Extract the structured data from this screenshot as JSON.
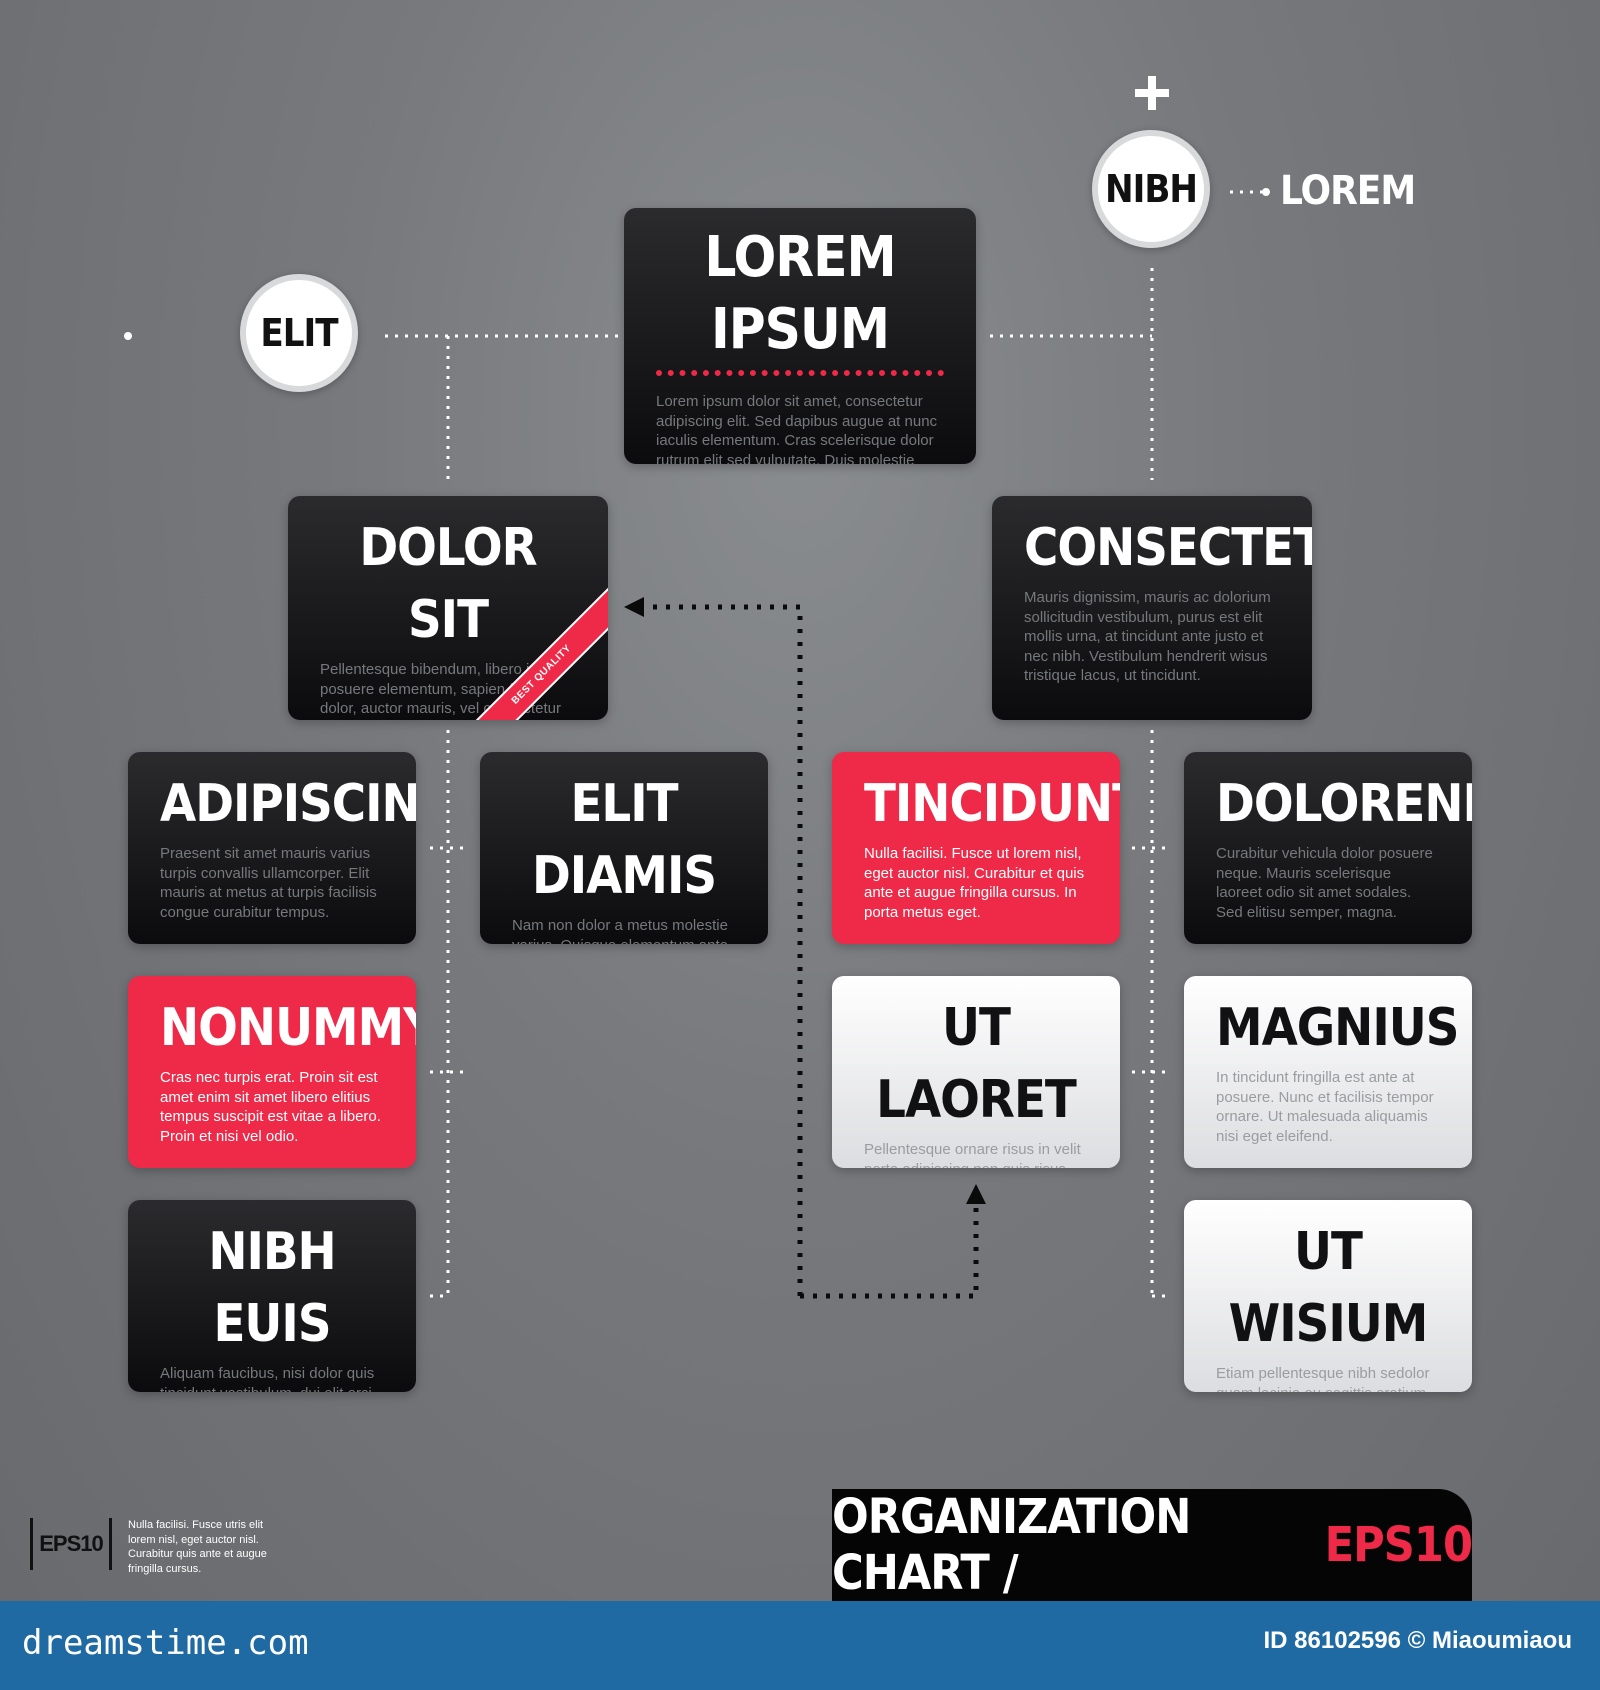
{
  "root": {
    "title": "LOREM IPSUM",
    "text": "Lorem ipsum dolor sit amet, consectetur adipiscing elit. Sed dapibus augue at nunc iaculis elementum. Cras scelerisque dolor rutrum elit sed vulputate. Duis molestie eleifend nibh ut ultricies. Aenean ornare ipsum sed odio sodales."
  },
  "circles": {
    "left": "ELIT",
    "right": "NIBH",
    "right_label": "LOREM"
  },
  "nodes": {
    "dolor_sit": {
      "title": "DOLOR SIT",
      "text": "Pellentesque bibendum, libero idrius posuere elementum, sapien felis dolor, auctor mauris, vel consectetur erat sed diam eu purus. Maecenas pulvinar ultricies imperdiet.",
      "ribbon": "BEST QUALITY"
    },
    "consectetre": {
      "title": "CONSECTETRE",
      "text": "Mauris dignissim, mauris ac dolorium sollicitudin vestibulum, purus est elit mollis urna, at tincidunt ante justo et nec nibh. Vestibulum hendrerit wisus tristique lacus, ut tincidunt."
    },
    "adipiscing": {
      "title": "ADIPISCING",
      "text": "Praesent sit amet mauris varius turpis convallis ullamcorper. Elit mauris at metus at turpis facilisis congue curabitur tempus."
    },
    "elit_diamis": {
      "title": "ELIT DIAMIS",
      "text": "Nam non dolor a metus molestie varius. Quisque elementum ante quis lectus accumsan doli iaculis. Curabitur rhoncus."
    },
    "tincidunt": {
      "title": "TINCIDUNT",
      "text": "Nulla facilisi. Fusce ut lorem nisl, eget auctor nisl. Curabitur et quis ante et augue fringilla cursus. In porta metus eget."
    },
    "doloreni": {
      "title": "DOLORENI",
      "text": "Curabitur vehicula dolor posuere neque. Mauris scelerisque laoreet odio sit amet sodales. Sed elitisu semper, magna."
    },
    "nonummy": {
      "title": "NONUMMY",
      "text": "Cras nec turpis erat. Proin sit est amet enim sit amet libero elitius tempus suscipit est vitae a libero. Proin et nisi vel odio."
    },
    "ut_laoret": {
      "title": "UT LAORET",
      "text": "Pellentesque ornare risus in velit porta adipiscing non quis risus. Aenean viverra, sem vel sagittis tincidunt, magna tortor."
    },
    "magnius": {
      "title": "MAGNIUS",
      "text": "In tincidunt fringilla est ante at posuere. Nunc et facilisis tempor ornare. Ut malesuada aliquamis nisi eget eleifend."
    },
    "nibh_euis": {
      "title": "NIBH EUIS",
      "text": "Aliquam faucibus, nisi dolor quis tincidunt vestibulum, dui elit orci pulvinar massa, id dignissim ami libero leo vitae est."
    },
    "ut_wisium": {
      "title": "UT WISIUM",
      "text": "Etiam pellentesque nibh sedolor quam lacinia eu sagittis eratium egestas. Suspendisse potentinis. Lorem ipsum dolor."
    }
  },
  "banner": {
    "part1": "ORGANIZATION CHART / ",
    "part2": "EPS10"
  },
  "eps_badge": {
    "label": "EPS10",
    "note": "Nulla facilisi. Fusce utris elit lorem nisl, eget auctor nisl. Curabitur quis ante et augue fringilla cursus."
  },
  "footer": {
    "site": "dreamstime.com",
    "id": "ID 86102596 © Miaoumiaou"
  },
  "colors": {
    "accent": "#ee2a48",
    "dark_card": "#111114",
    "footer": "#1f6aa3",
    "background": "#77797d"
  }
}
